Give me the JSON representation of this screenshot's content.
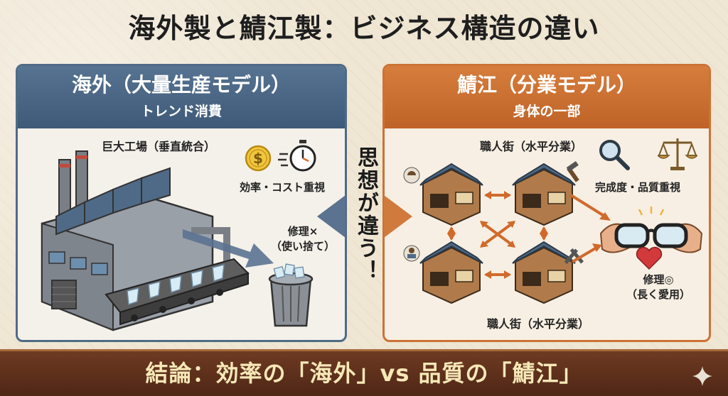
{
  "title": "海外製と鯖江製：ビジネス構造の違い",
  "left": {
    "heading": "海外（大量生産モデル）",
    "subheading": "トレンド消費",
    "factory_label": "巨大工場（垂直統合）",
    "efficiency_label": "効率・コスト重視",
    "repair_label_line1": "修理×",
    "repair_label_line2": "（使い捨て）",
    "accent_color": "#4f6a86"
  },
  "right": {
    "heading": "鯖江（分業モデル）",
    "subheading": "身体の一部",
    "workshop_top_label": "職人街（水平分業）",
    "workshop_bottom_label": "職人街（水平分業）",
    "quality_label": "完成度・品質重視",
    "repair_label_line1": "修理◎",
    "repair_label_line2": "（長く愛用）",
    "accent_color": "#cd7235"
  },
  "center": {
    "text": "思想が違う！"
  },
  "conclusion": "結論：効率の「海外」vs 品質の「鯖江」",
  "icons": {
    "coin": "dollar-coin-icon",
    "stopwatch": "stopwatch-icon",
    "magnifier": "magnifier-icon",
    "scale": "balance-scale-icon",
    "heart": "heart-icon",
    "sparkle": "sparkle-icon"
  }
}
